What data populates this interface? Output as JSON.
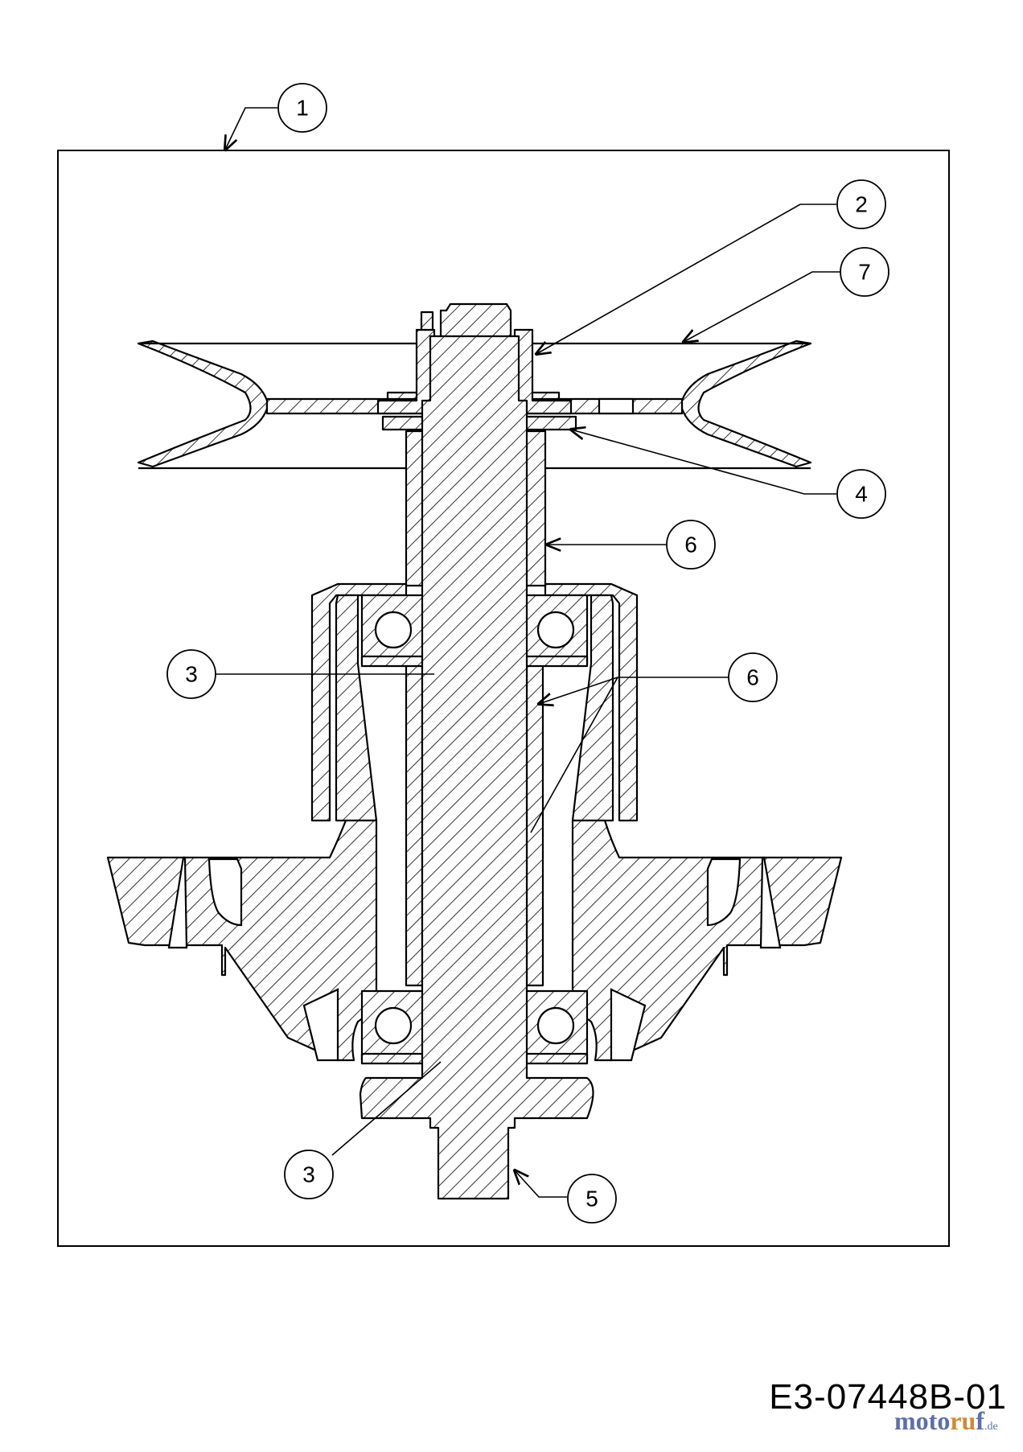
{
  "diagram": {
    "callouts": [
      {
        "id": "callout-1",
        "label": "1"
      },
      {
        "id": "callout-2",
        "label": "2"
      },
      {
        "id": "callout-7",
        "label": "7"
      },
      {
        "id": "callout-4",
        "label": "4"
      },
      {
        "id": "callout-6-upper",
        "label": "6"
      },
      {
        "id": "callout-3-upper",
        "label": "3"
      },
      {
        "id": "callout-6-lower",
        "label": "6"
      },
      {
        "id": "callout-3-lower",
        "label": "3"
      },
      {
        "id": "callout-5",
        "label": "5"
      }
    ],
    "drawing_number": "E3-07448B-01",
    "watermark": {
      "part_a": "moto",
      "part_b": "ru",
      "part_c": "f",
      "suffix": ".de"
    }
  }
}
